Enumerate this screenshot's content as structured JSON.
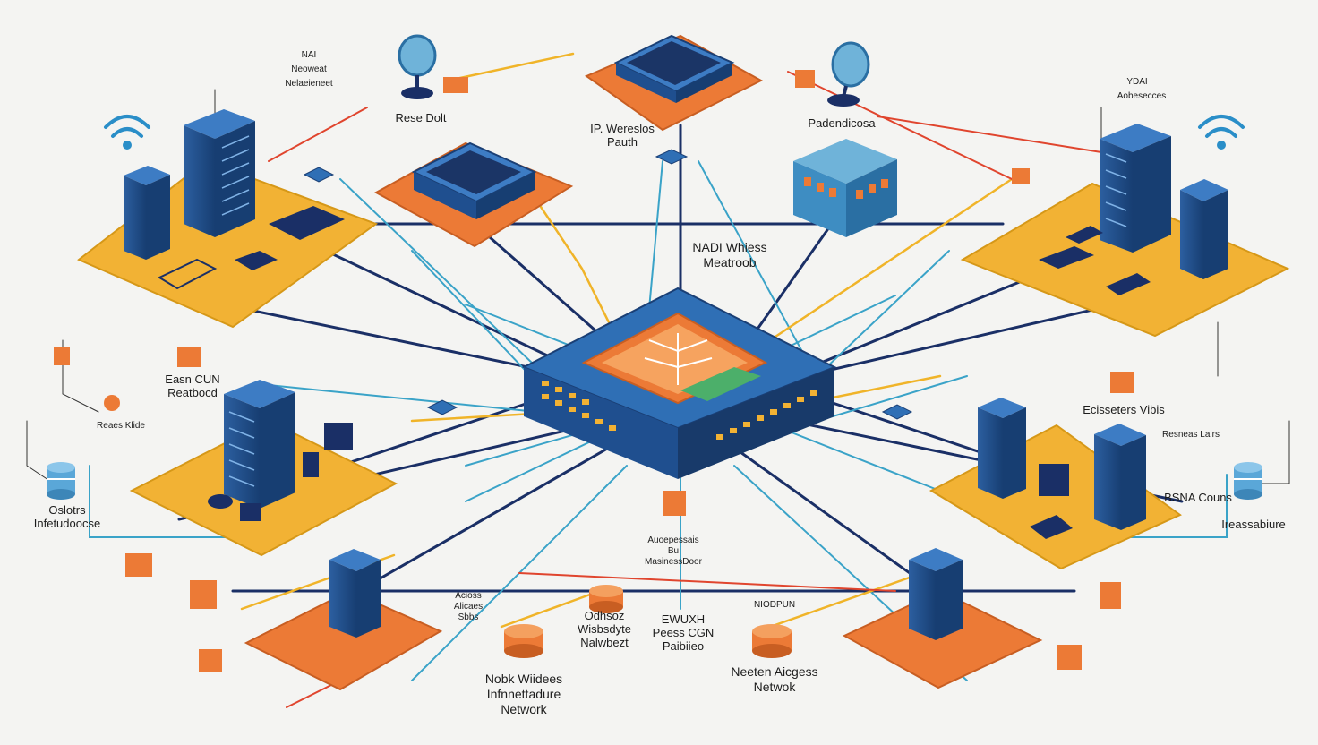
{
  "colors": {
    "background": "#f4f4f2",
    "platform_yellow": "#f2b234",
    "platform_orange": "#ec7a36",
    "server_blue": "#1f4f8f",
    "server_dark": "#183a6a",
    "link_navy": "#1a2f66",
    "link_cyan": "#3aa3c8",
    "link_yellow": "#f0b429",
    "link_red": "#e0452e"
  },
  "labels": {
    "top_center_paths": "IP. Wereslos\nPauth",
    "top_left_node": "Rese Dolt",
    "top_left_small_1": "NAI",
    "top_left_small_2": "Neoweat",
    "top_left_small_3": "Nelaeieneet",
    "top_right_node": "Padendicosa",
    "top_right_title_1": "YDAI",
    "top_right_title_2": "Aobesecces",
    "center_wireless": "NADI Whiess\nMeatroob",
    "left_remote": "Easn CUN\nReatbocd",
    "left_node_small": "Reaes Klide",
    "left_infra": "Oslotrs\nInfetudoocse",
    "right_remote": "Ecisseters Vibis",
    "right_node_small": "Resneas Lairs",
    "right_infra_1": "BSNA Couns",
    "right_infra_2": "Ireassabiure",
    "mid_access_1": "Acioss\nAlicaes\nSbbs",
    "mid_access_2": "Auoepessais\nBu\nMasinessDoor",
    "bottom_left_title": "Nobk Wiidees\nInfnnettadure\nNetwork",
    "bottom_center_1": "Odhsoz\nWisbsdyte\nNalwbezt",
    "bottom_center_2": "EWUXH\nPeess CGN\nPaibiieo",
    "bottom_right_title_1": "NIODPUN",
    "bottom_right_title_2": "Neeten Aicgess\nNetwok"
  },
  "icons": [
    "wifi-icon-left",
    "wifi-icon-right",
    "satellite-dish-icon-left",
    "satellite-dish-icon-right",
    "database-icon-left",
    "database-icon-right",
    "router-icon",
    "central-switch-icon"
  ]
}
